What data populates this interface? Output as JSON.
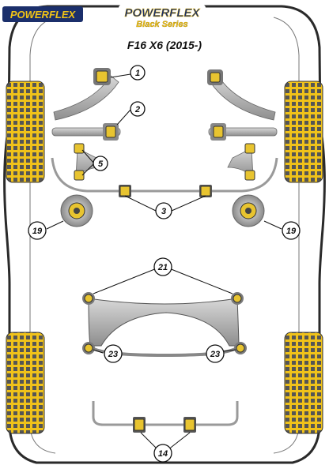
{
  "brand": {
    "corner_logo_text": "POWERFLEX",
    "center_logo_text": "POWERFLEX",
    "center_logo_subtext": "Black Series",
    "colors": {
      "brand_blue": "#1b2f6b",
      "brand_yellow": "#f2c416",
      "bushing_yellow": "#e8c430",
      "chassis_outline": "#2a2a2a",
      "part_gray": "#9a9a9a"
    }
  },
  "model_title": "F16 X6 (2015-)",
  "callouts": {
    "c1": "1",
    "c2": "2",
    "c3": "3",
    "c5": "5",
    "c19_left": "19",
    "c19_right": "19",
    "c21": "21",
    "c23_left": "23",
    "c23_right": "23",
    "c14": "14"
  },
  "icons": {
    "tyre": "tyre-icon",
    "bush": "bush-icon",
    "callout": "callout-circle-icon"
  }
}
